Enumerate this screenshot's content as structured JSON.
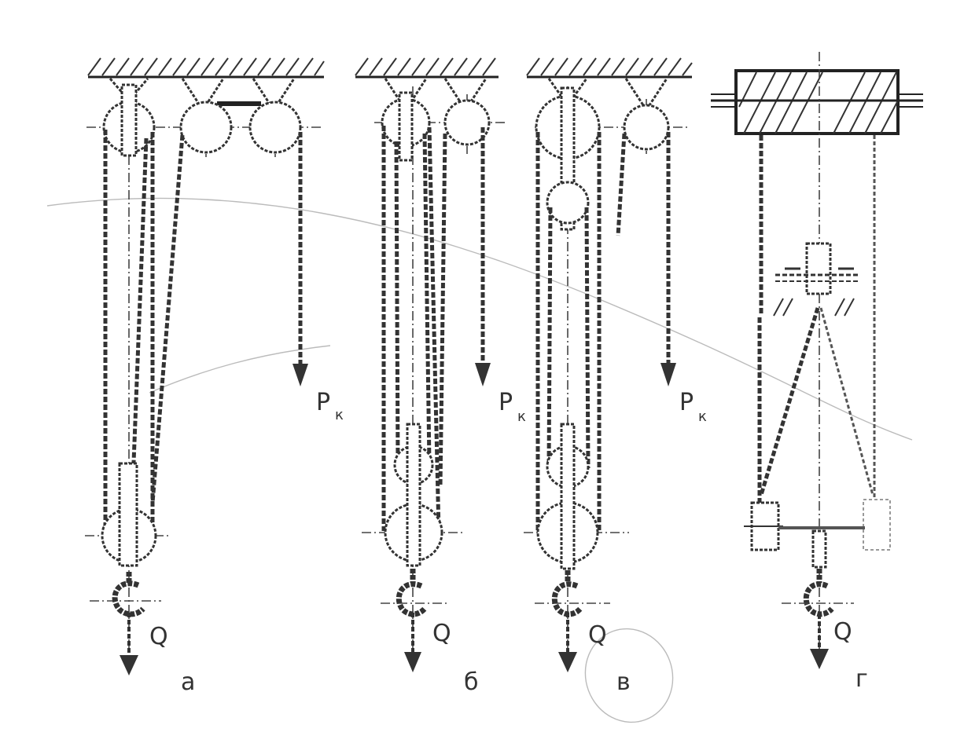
{
  "diagram": {
    "panels": [
      {
        "id": "a",
        "caption": "а",
        "load_label": "Q",
        "force_label": "P",
        "force_subscript": "к"
      },
      {
        "id": "b",
        "caption": "б",
        "load_label": "Q",
        "force_label": "P",
        "force_subscript": "к"
      },
      {
        "id": "v",
        "caption": "в",
        "load_label": "Q",
        "force_label": "P",
        "force_subscript": "к"
      },
      {
        "id": "g",
        "caption": "г",
        "load_label": "Q"
      }
    ]
  }
}
